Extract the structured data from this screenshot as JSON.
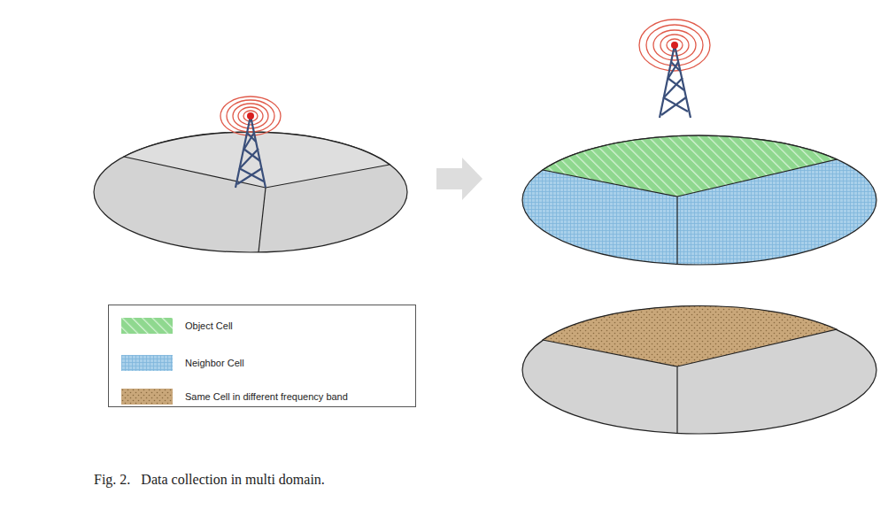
{
  "diagram": {
    "caption": "Fig. 2.   Data collection in multi domain.",
    "legend": [
      {
        "text": "Object Cell",
        "color": "#8fd88f"
      },
      {
        "text": "Neighbor Cell",
        "color": "#a9d0ea"
      },
      {
        "text": "Same Cell in different frequency band",
        "color": "#c9a77a"
      }
    ]
  }
}
